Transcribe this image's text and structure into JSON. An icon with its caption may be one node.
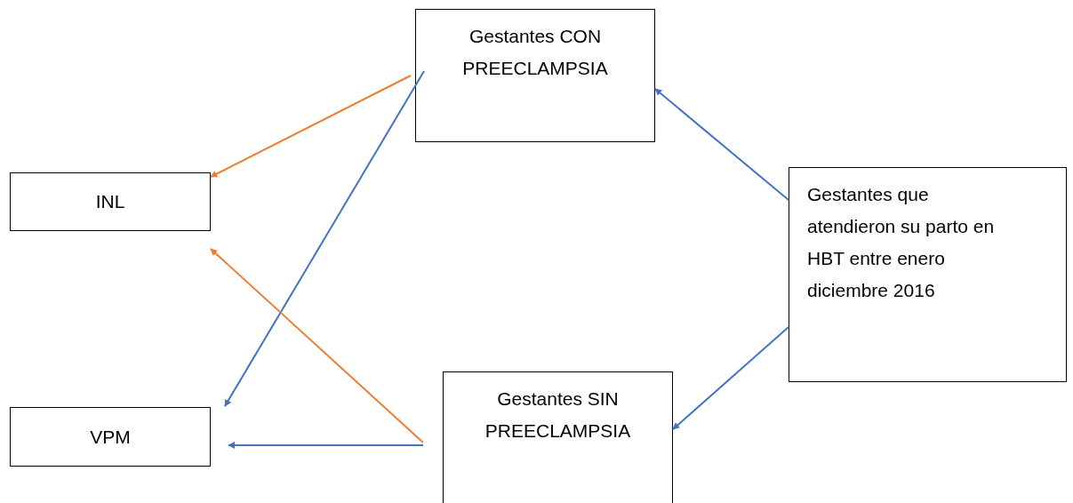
{
  "diagram": {
    "nodes": [
      {
        "text": [
          "Gestantes CON PREECLAMPSIA"
        ]
      },
      {
        "text": [
          "INL"
        ]
      },
      {
        "text": [
          "Gestantes que atendieron su parto en HBT entre enero diciembre 2016"
        ]
      },
      {
        "text": [
          "VPM"
        ]
      },
      {
        "text": [
          "Gestantes SIN PREECLAMPSIA"
        ]
      }
    ],
    "edges": [
      {
        "from": 2,
        "to": 0,
        "arrow": "to"
      },
      {
        "from": 2,
        "to": 4,
        "arrow": "to"
      },
      {
        "from": 0,
        "to": 1,
        "arrow": "to",
        "color": "#ed7d31"
      },
      {
        "from": 0,
        "to": 3,
        "arrow": "to"
      },
      {
        "from": 4,
        "to": 1,
        "arrow": "to",
        "color": "#ed7d31"
      },
      {
        "from": 4,
        "to": 3,
        "arrow": "to"
      }
    ]
  }
}
